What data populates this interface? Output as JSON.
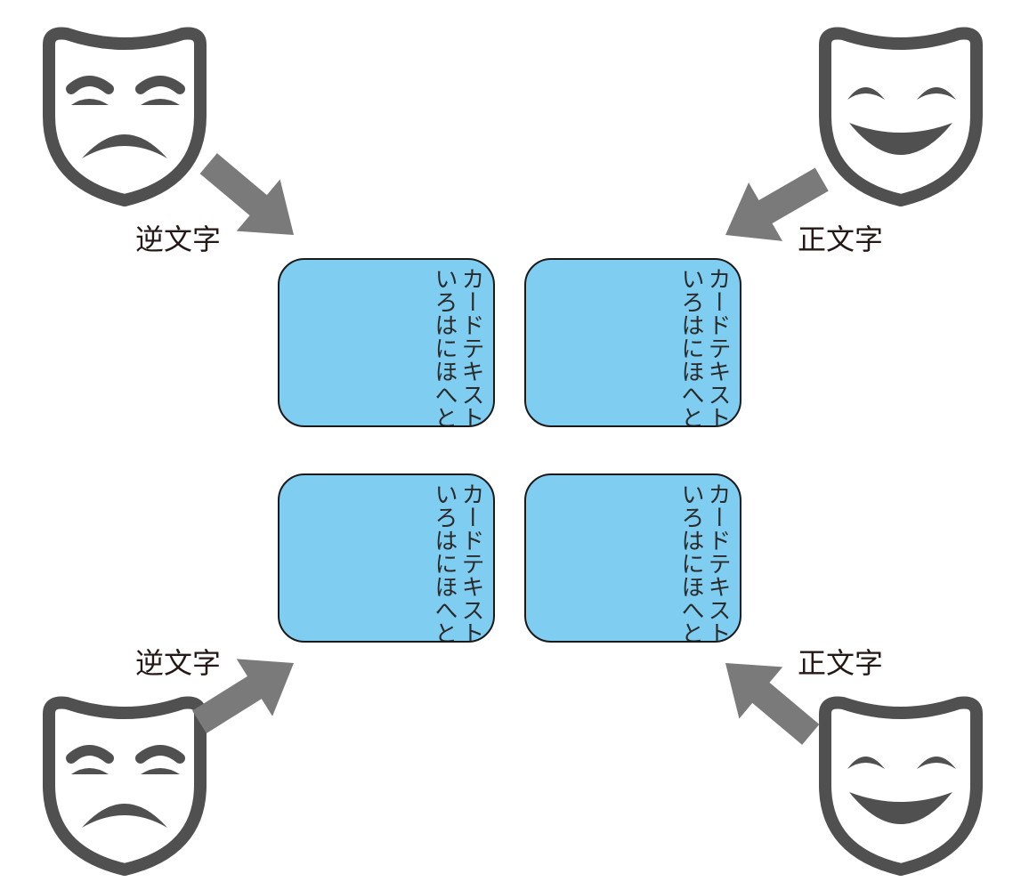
{
  "labels": {
    "top_left": "逆文字",
    "top_right": "正文字",
    "bottom_left": "逆文字",
    "bottom_right": "正文字"
  },
  "card": {
    "line1": "カードテキスト",
    "line2": "いろはにほへと"
  },
  "colors": {
    "card_fill": "#7fcdf1",
    "mask": "#505050",
    "arrow": "#7a7a7a"
  },
  "icons": {
    "tragedy": "tragedy-mask-icon",
    "comedy": "comedy-mask-icon"
  }
}
